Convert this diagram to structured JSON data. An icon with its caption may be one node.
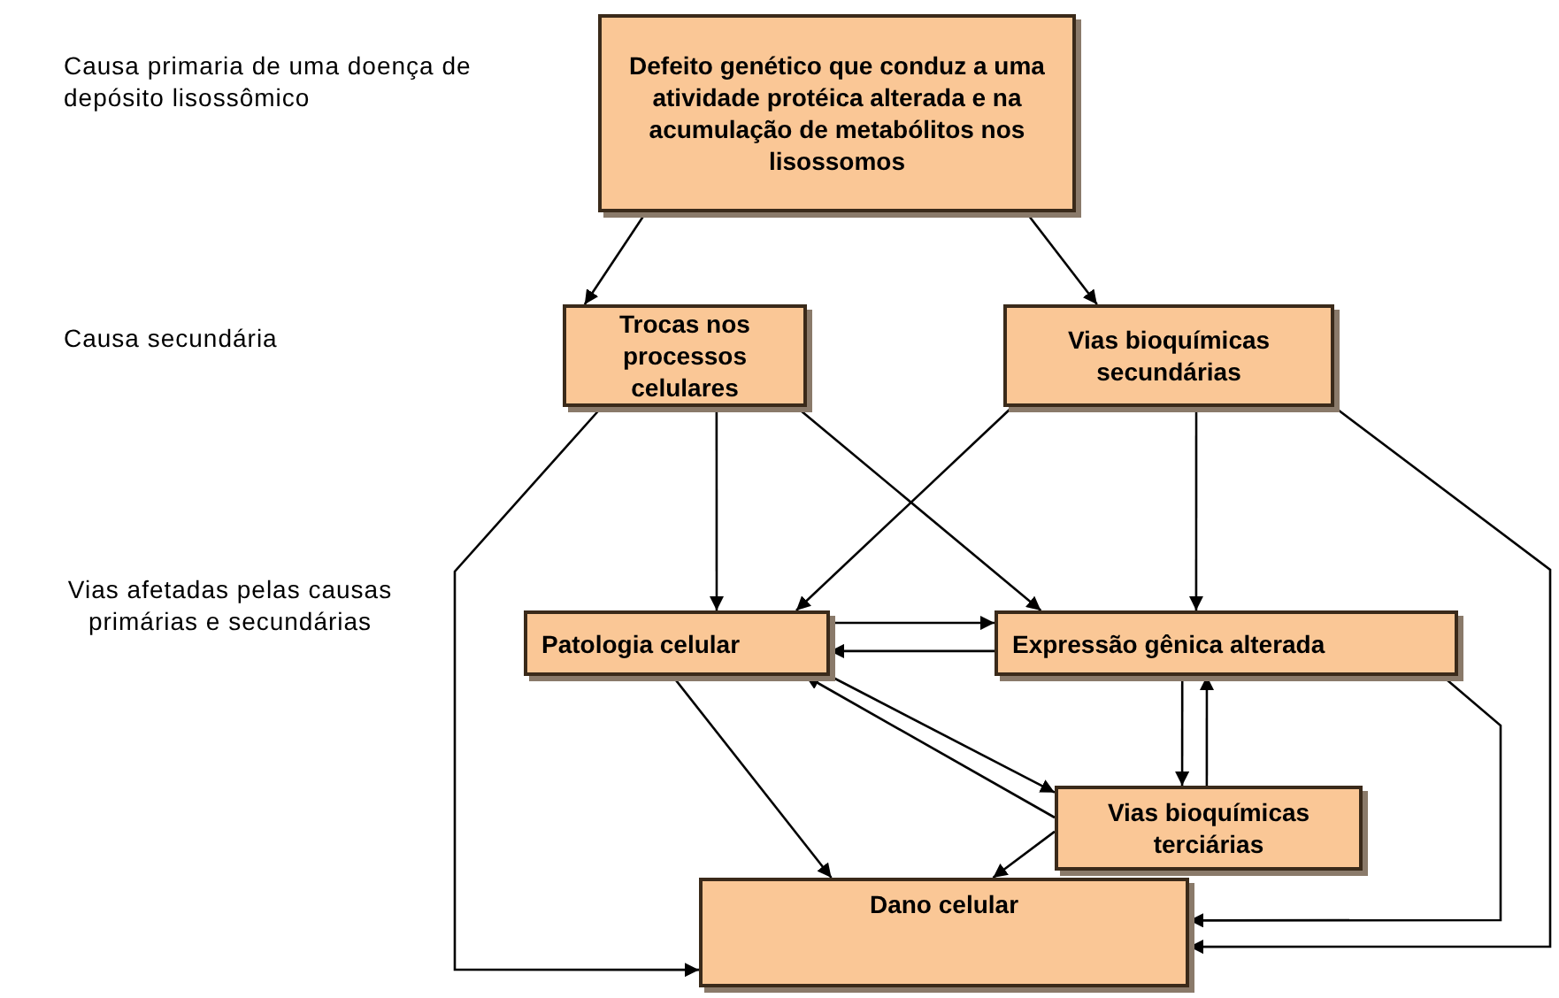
{
  "diagram": {
    "nodes": [
      {
        "text": [
          "Defeito genético que conduz a uma atividade protéica alterada e na acumulação de metabólitos nos lisossomos"
        ]
      },
      {
        "text": [
          "Trocas nos processos celulares"
        ]
      },
      {
        "text": [
          "Vias bioquímicas secundárias"
        ]
      },
      {
        "text": [
          "Patologia celular"
        ]
      },
      {
        "text": [
          "Expressão gênica alterada"
        ]
      },
      {
        "text": [
          "Vias bioquímicas terciárias"
        ]
      },
      {
        "text": [
          "Dano celular"
        ]
      }
    ],
    "edges": [
      {
        "from": 0,
        "to": 1,
        "arrow": "to"
      },
      {
        "from": 0,
        "to": 2,
        "arrow": "to"
      },
      {
        "from": 1,
        "to": 3,
        "arrow": "to"
      },
      {
        "from": 1,
        "to": 4,
        "arrow": "to"
      },
      {
        "from": 2,
        "to": 3,
        "arrow": "to"
      },
      {
        "from": 2,
        "to": 4,
        "arrow": "to"
      },
      {
        "from": 1,
        "to": 6,
        "arrow": "to"
      },
      {
        "from": 2,
        "to": 6,
        "arrow": "to"
      },
      {
        "from": 3,
        "to": 4,
        "arrow": "to"
      },
      {
        "from": 4,
        "to": 3,
        "arrow": "to"
      },
      {
        "from": 3,
        "to": 5,
        "arrow": "to"
      },
      {
        "from": 5,
        "to": 3,
        "arrow": "to"
      },
      {
        "from": 4,
        "to": 5,
        "arrow": "to"
      },
      {
        "from": 5,
        "to": 4,
        "arrow": "to"
      },
      {
        "from": 3,
        "to": 6,
        "arrow": "to"
      },
      {
        "from": 5,
        "to": 6,
        "arrow": "to"
      },
      {
        "from": 4,
        "to": 6,
        "arrow": "to"
      }
    ],
    "labels": [
      "Causa primaria de uma doença de depósito lisossômico",
      "Causa secundária",
      "Vias afetadas pelas causas primárias e secundárias"
    ]
  }
}
